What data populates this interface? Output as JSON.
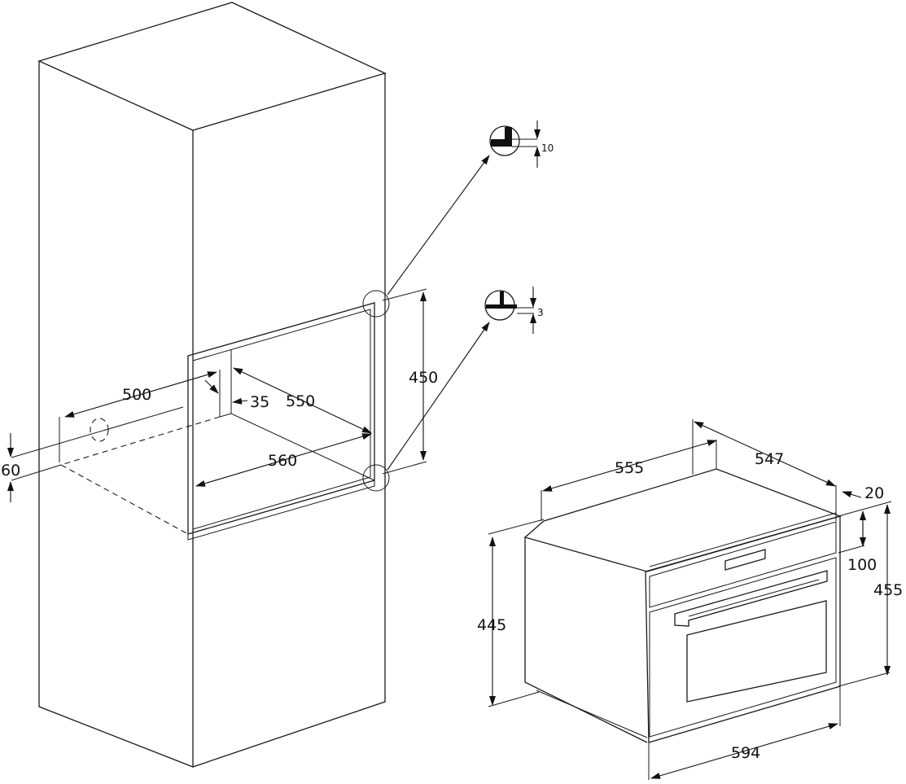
{
  "diagram": {
    "labels": {
      "depth_500": "500",
      "width_550": "550",
      "inset_35": "35",
      "height_450": "450",
      "width_560": "560",
      "gap_60": "60",
      "detail_top": "10",
      "detail_bottom": "3",
      "oven_depth_555": "555",
      "oven_depth_547": "547",
      "offset_20": "20",
      "panel_100": "100",
      "height_445": "445",
      "height_455": "455",
      "width_594": "594"
    }
  }
}
